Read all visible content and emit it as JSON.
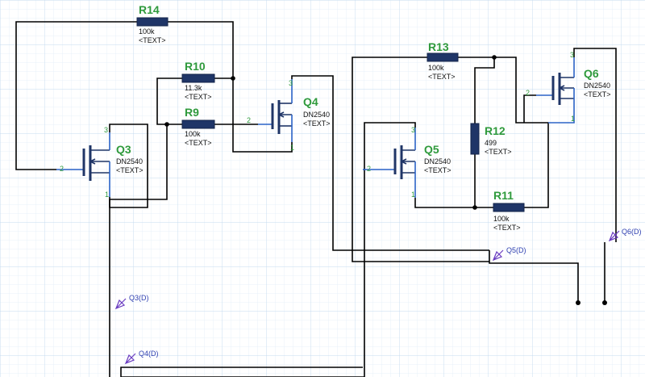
{
  "schematic": {
    "resistors": [
      {
        "ref": "R14",
        "value": "100k",
        "text": "<TEXT>"
      },
      {
        "ref": "R10",
        "value": "11.3k",
        "text": "<TEXT>"
      },
      {
        "ref": "R9",
        "value": "100k",
        "text": "<TEXT>"
      },
      {
        "ref": "R13",
        "value": "100k",
        "text": "<TEXT>"
      },
      {
        "ref": "R12",
        "value": "499",
        "text": "<TEXT>"
      },
      {
        "ref": "R11",
        "value": "100k",
        "text": "<TEXT>"
      }
    ],
    "transistors": [
      {
        "ref": "Q3",
        "part": "DN2540",
        "text": "<TEXT>",
        "pins": [
          "1",
          "2",
          "3"
        ]
      },
      {
        "ref": "Q4",
        "part": "DN2540",
        "text": "<TEXT>",
        "pins": [
          "1",
          "2",
          "3"
        ]
      },
      {
        "ref": "Q5",
        "part": "DN2540",
        "text": "<TEXT>",
        "pins": [
          "1",
          "2",
          "3"
        ]
      },
      {
        "ref": "Q6",
        "part": "DN2540",
        "text": "<TEXT>",
        "pins": [
          "1",
          "2",
          "3"
        ]
      }
    ],
    "probes": [
      "Q3(D)",
      "Q4(D)",
      "Q5(D)",
      "Q6(D)"
    ],
    "colors": {
      "grid_minor": "#e3eef8",
      "grid_major": "#c5dbef",
      "wire": "#000000",
      "lead": "#2b63c7",
      "component_body": "#1f3567",
      "ref_label": "#2f9a3c",
      "probe_label": "#2e3fb0"
    }
  }
}
